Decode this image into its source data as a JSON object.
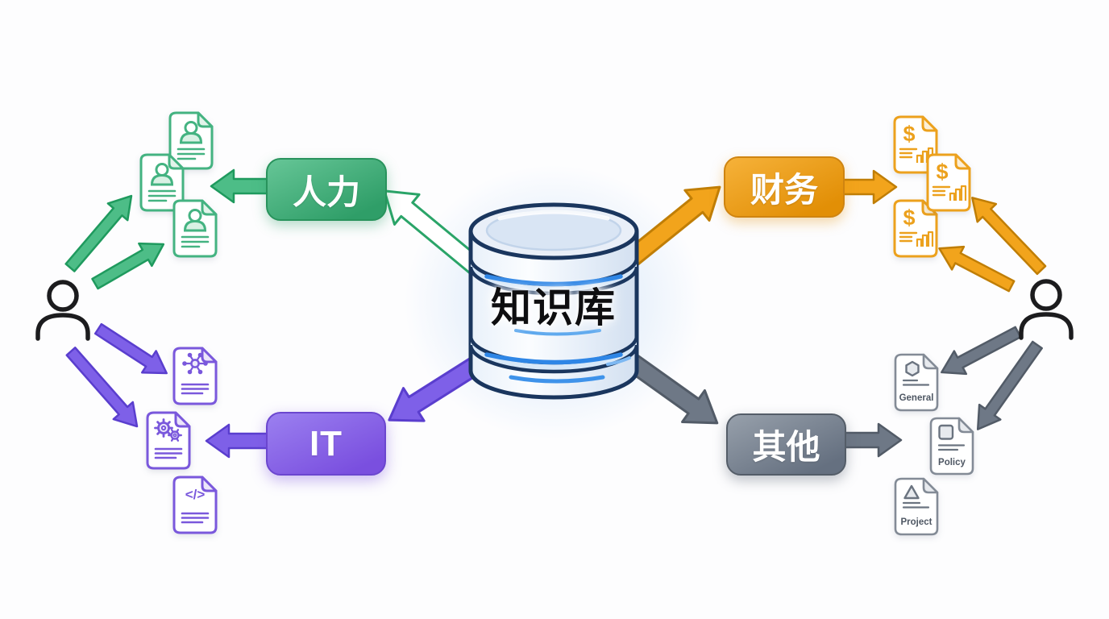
{
  "db": {
    "label": "知识库",
    "icon": "database-cylinder-icon",
    "accent_color": "#2e86e6",
    "outline_color": "#1a365e"
  },
  "departments": {
    "hr": {
      "label": "人力",
      "color": "#2f9e68"
    },
    "finance": {
      "label": "财务",
      "color": "#e8940d"
    },
    "it": {
      "label": "IT",
      "color": "#7a4fdf"
    },
    "other": {
      "label": "其他",
      "color": "#6a7380"
    }
  },
  "documents": {
    "hr": {
      "icon": "person-profile-doc-icon",
      "count": 3
    },
    "finance": {
      "icon": "dollar-chart-doc-icon",
      "count": 3,
      "glyph": "$"
    },
    "it": {
      "icons": [
        "network-doc-icon",
        "gears-doc-icon",
        "code-doc-icon"
      ],
      "code_glyph": "</>"
    },
    "other": {
      "items": [
        {
          "label": "General",
          "icon": "hexagon-doc-icon"
        },
        {
          "label": "Policy",
          "icon": "square-doc-icon"
        },
        {
          "label": "Project",
          "icon": "triangle-doc-icon"
        }
      ]
    }
  },
  "users": {
    "left": {
      "icon": "person-icon"
    },
    "right": {
      "icon": "person-icon"
    }
  }
}
